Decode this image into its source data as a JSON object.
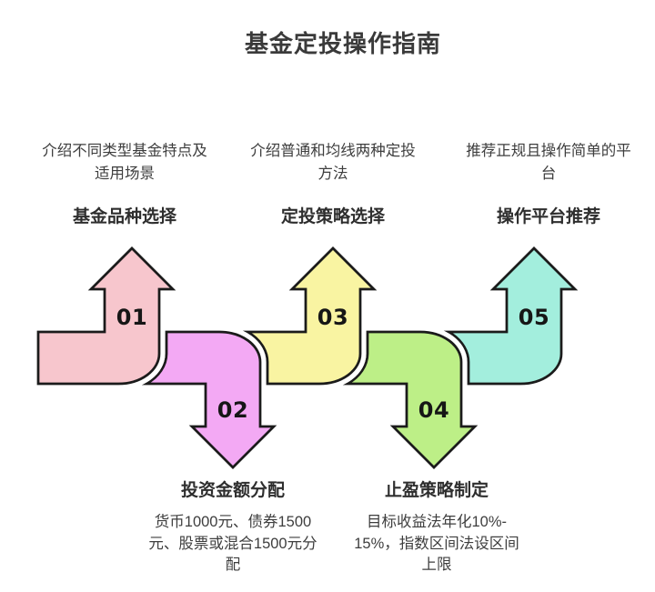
{
  "title": "基金定投操作指南",
  "diagram_type": "zigzag-arrow-process-flow",
  "outline_color": "#1b1b1b",
  "background_color": "#ffffff",
  "steps": [
    {
      "num": "01",
      "direction": "up",
      "color": "#F7C6CD",
      "heading": "基金品种选择",
      "desc": "介绍不同类型基金特点及\n适用场景"
    },
    {
      "num": "02",
      "direction": "down",
      "color": "#F3A9F4",
      "heading": "投资金额分配",
      "desc": "货币1000元、债券1500\n元、股票或混合1500元分\n配"
    },
    {
      "num": "03",
      "direction": "up",
      "color": "#F9F4A2",
      "heading": "定投策略选择",
      "desc": "介绍普通和均线两种定投\n方法"
    },
    {
      "num": "04",
      "direction": "down",
      "color": "#BDEF87",
      "heading": "止盈策略制定",
      "desc": "目标收益法年化10%-\n15%，指数区间法设区间\n上限"
    },
    {
      "num": "05",
      "direction": "up",
      "color": "#A3EEDD",
      "heading": "操作平台推荐",
      "desc": "推荐正规且操作简单的平\n台"
    }
  ]
}
